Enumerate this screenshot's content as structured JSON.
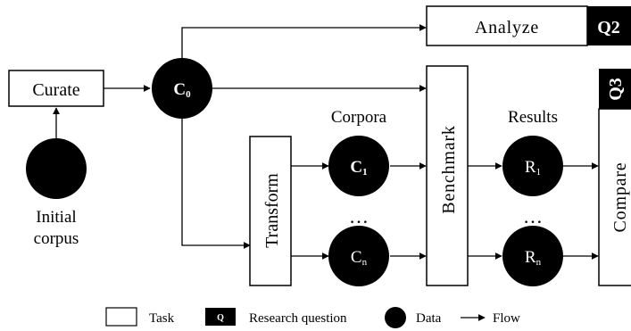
{
  "tasks": {
    "curate": "Curate",
    "analyze": "Analyze",
    "transform": "Transform",
    "benchmark": "Benchmark",
    "compare": "Compare"
  },
  "research_questions": {
    "q2": "Q2",
    "q3": "Q3"
  },
  "data_nodes": {
    "c0": {
      "main": "C",
      "sub": "0"
    },
    "c1": {
      "main": "C",
      "sub": "1"
    },
    "cn": {
      "main": "C",
      "sub": "n"
    },
    "r1": {
      "main": "R",
      "sub": "1"
    },
    "rn": {
      "main": "R",
      "sub": "n"
    }
  },
  "labels": {
    "initial_corpus_line1": "Initial",
    "initial_corpus_line2": "corpus",
    "corpora": "Corpora",
    "results": "Results",
    "ellipsis": "…"
  },
  "legend": {
    "task": "Task",
    "research_question": "Research question",
    "research_question_icon": "Q",
    "data": "Data",
    "flow": "Flow"
  }
}
